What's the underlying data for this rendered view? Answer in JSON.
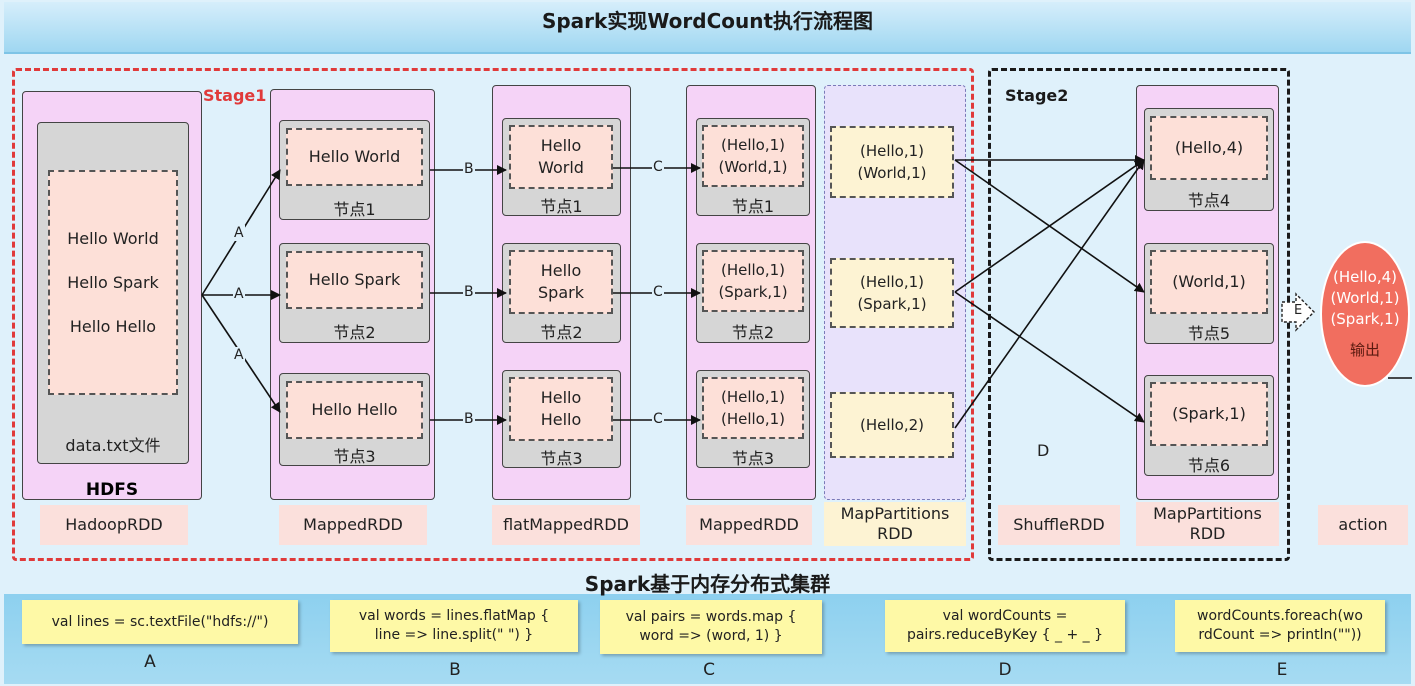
{
  "title": "Spark实现WordCount执行流程图",
  "subtitle": "Spark基于内存分布式集群",
  "stage1_label": "Stage1",
  "stage2_label": "Stage2",
  "hdfs": {
    "file_content": "Hello World\n\nHello Spark\n\nHello Hello",
    "file_label": "data.txt文件",
    "label": "HDFS"
  },
  "columns": {
    "mapped1": [
      "Hello World",
      "Hello Spark",
      "Hello Hello"
    ],
    "flat": [
      "Hello\nWorld",
      "Hello\nSpark",
      "Hello\nHello"
    ],
    "mapped2": [
      "(Hello,1)\n(World,1)",
      "(Hello,1)\n(Spark,1)",
      "(Hello,1)\n(Hello,1)"
    ],
    "mappart": [
      "(Hello,1)\n(World,1)",
      "(Hello,1)\n(Spark,1)",
      "(Hello,2)"
    ],
    "result": [
      "(Hello,4)",
      "(World,1)",
      "(Spark,1)"
    ]
  },
  "node_labels": [
    "节点1",
    "节点2",
    "节点3"
  ],
  "result_node_labels": [
    "节点4",
    "节点5",
    "节点6"
  ],
  "rdd_labels": {
    "hadoop": "HadoopRDD",
    "mapped1": "MappedRDD",
    "flat": "flatMappedRDD",
    "mapped2": "MappedRDD",
    "mappart": "MapPartitions\nRDD",
    "shuffle": "ShuffleRDD",
    "result": "MapPartitions\nRDD",
    "action": "action"
  },
  "edge_labels": {
    "a": "A",
    "b": "B",
    "c": "C",
    "d": "D",
    "e": "E"
  },
  "output": {
    "lines": [
      "(Hello,4)",
      "(World,1)",
      "(Spark,1)"
    ],
    "label": "输出"
  },
  "code": [
    {
      "text": "val lines = sc.textFile(\"hdfs://\")",
      "letter": "A"
    },
    {
      "text": "val words = lines.flatMap {\nline => line.split(\" \") }",
      "letter": "B"
    },
    {
      "text": "val pairs = words.map {\nword => (word, 1) }",
      "letter": "C"
    },
    {
      "text": "val wordCounts =\npairs.reduceByKey { _ + _ }",
      "letter": "D"
    },
    {
      "text": "wordCounts.foreach(wo\nrdCount => println(\"\"))",
      "letter": "E"
    }
  ]
}
